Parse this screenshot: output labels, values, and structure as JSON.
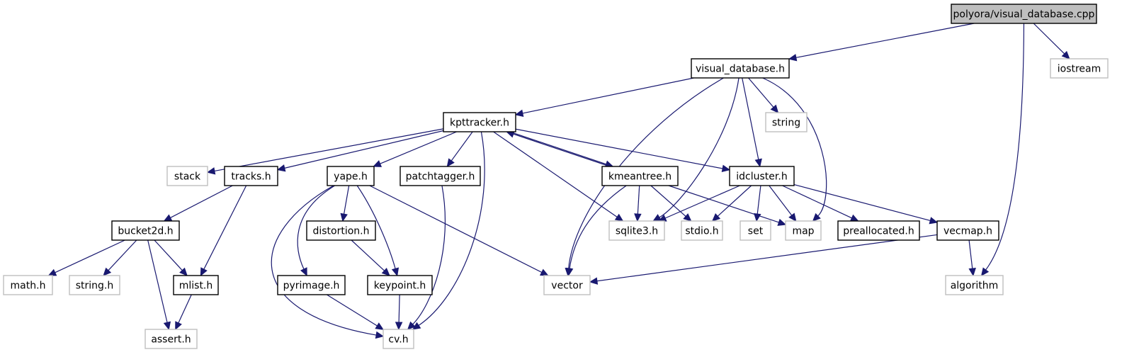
{
  "diagram": {
    "title": "polyora/visual_database.cpp include dependency graph",
    "colors": {
      "edge": "#191970",
      "project_border": "#000000",
      "external_border": "#bfbfbf",
      "root_fill": "#bfbfbf"
    },
    "nodes": [
      {
        "id": "root",
        "label": "polyora/visual_database.cpp",
        "kind": "root"
      },
      {
        "id": "visual_database_h",
        "label": "visual_database.h",
        "kind": "proj"
      },
      {
        "id": "iostream",
        "label": "iostream",
        "kind": "ext"
      },
      {
        "id": "kpttracker_h",
        "label": "kpttracker.h",
        "kind": "proj"
      },
      {
        "id": "string",
        "label": "string",
        "kind": "ext"
      },
      {
        "id": "stack",
        "label": "stack",
        "kind": "ext"
      },
      {
        "id": "tracks_h",
        "label": "tracks.h",
        "kind": "proj"
      },
      {
        "id": "yape_h",
        "label": "yape.h",
        "kind": "proj"
      },
      {
        "id": "patchtagger_h",
        "label": "patchtagger.h",
        "kind": "proj"
      },
      {
        "id": "kmeantree_h",
        "label": "kmeantree.h",
        "kind": "proj"
      },
      {
        "id": "idcluster_h",
        "label": "idcluster.h",
        "kind": "proj"
      },
      {
        "id": "bucket2d_h",
        "label": "bucket2d.h",
        "kind": "proj"
      },
      {
        "id": "distortion_h",
        "label": "distortion.h",
        "kind": "proj"
      },
      {
        "id": "sqlite3_h",
        "label": "sqlite3.h",
        "kind": "ext"
      },
      {
        "id": "stdio_h",
        "label": "stdio.h",
        "kind": "ext"
      },
      {
        "id": "set",
        "label": "set",
        "kind": "ext"
      },
      {
        "id": "map",
        "label": "map",
        "kind": "ext"
      },
      {
        "id": "preallocated_h",
        "label": "preallocated.h",
        "kind": "proj"
      },
      {
        "id": "vecmap_h",
        "label": "vecmap.h",
        "kind": "proj"
      },
      {
        "id": "math_h",
        "label": "math.h",
        "kind": "ext"
      },
      {
        "id": "string_h",
        "label": "string.h",
        "kind": "ext"
      },
      {
        "id": "mlist_h",
        "label": "mlist.h",
        "kind": "proj"
      },
      {
        "id": "pyrimage_h",
        "label": "pyrimage.h",
        "kind": "proj"
      },
      {
        "id": "keypoint_h",
        "label": "keypoint.h",
        "kind": "proj"
      },
      {
        "id": "vector",
        "label": "vector",
        "kind": "ext"
      },
      {
        "id": "algorithm",
        "label": "algorithm",
        "kind": "ext"
      },
      {
        "id": "assert_h",
        "label": "assert.h",
        "kind": "ext"
      },
      {
        "id": "cv_h",
        "label": "cv.h",
        "kind": "ext"
      }
    ],
    "edges": [
      [
        "root",
        "visual_database_h"
      ],
      [
        "root",
        "iostream"
      ],
      [
        "root",
        "algorithm"
      ],
      [
        "visual_database_h",
        "kpttracker_h"
      ],
      [
        "visual_database_h",
        "vector"
      ],
      [
        "visual_database_h",
        "sqlite3_h"
      ],
      [
        "visual_database_h",
        "string"
      ],
      [
        "visual_database_h",
        "idcluster_h"
      ],
      [
        "visual_database_h",
        "map"
      ],
      [
        "kpttracker_h",
        "stack"
      ],
      [
        "kpttracker_h",
        "tracks_h"
      ],
      [
        "kpttracker_h",
        "yape_h"
      ],
      [
        "kpttracker_h",
        "patchtagger_h"
      ],
      [
        "kpttracker_h",
        "cv_h"
      ],
      [
        "kpttracker_h",
        "sqlite3_h"
      ],
      [
        "kpttracker_h",
        "kmeantree_h"
      ],
      [
        "kpttracker_h",
        "idcluster_h"
      ],
      [
        "kmeantree_h",
        "kpttracker_h"
      ],
      [
        "tracks_h",
        "bucket2d_h"
      ],
      [
        "tracks_h",
        "mlist_h"
      ],
      [
        "yape_h",
        "distortion_h"
      ],
      [
        "yape_h",
        "pyrimage_h"
      ],
      [
        "yape_h",
        "keypoint_h"
      ],
      [
        "yape_h",
        "cv_h"
      ],
      [
        "yape_h",
        "vector"
      ],
      [
        "patchtagger_h",
        "cv_h"
      ],
      [
        "kmeantree_h",
        "sqlite3_h"
      ],
      [
        "kmeantree_h",
        "stdio_h"
      ],
      [
        "kmeantree_h",
        "map"
      ],
      [
        "kmeantree_h",
        "vector"
      ],
      [
        "idcluster_h",
        "sqlite3_h"
      ],
      [
        "idcluster_h",
        "stdio_h"
      ],
      [
        "idcluster_h",
        "set"
      ],
      [
        "idcluster_h",
        "map"
      ],
      [
        "idcluster_h",
        "preallocated_h"
      ],
      [
        "idcluster_h",
        "vecmap_h"
      ],
      [
        "vecmap_h",
        "vector"
      ],
      [
        "vecmap_h",
        "algorithm"
      ],
      [
        "bucket2d_h",
        "math_h"
      ],
      [
        "bucket2d_h",
        "string_h"
      ],
      [
        "bucket2d_h",
        "mlist_h"
      ],
      [
        "bucket2d_h",
        "assert_h"
      ],
      [
        "mlist_h",
        "assert_h"
      ],
      [
        "distortion_h",
        "keypoint_h"
      ],
      [
        "pyrimage_h",
        "cv_h"
      ],
      [
        "keypoint_h",
        "cv_h"
      ]
    ]
  }
}
